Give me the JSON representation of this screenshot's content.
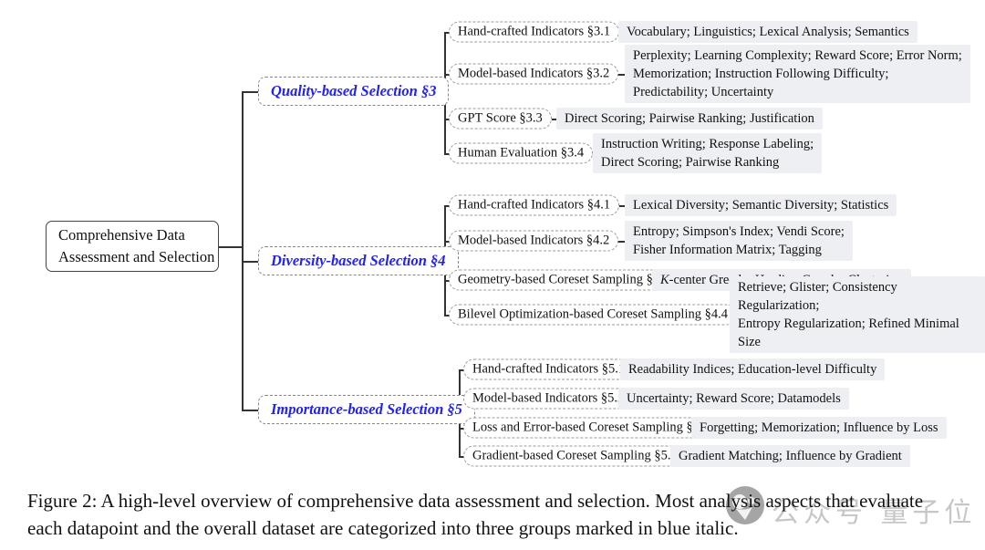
{
  "figure": {
    "root": {
      "label": "Comprehensive Data\nAssessment and Selection"
    },
    "branches": [
      {
        "label": "Quality-based Selection §3",
        "children": [
          {
            "label": "Hand-crafted Indicators §3.1",
            "leaf": "Vocabulary; Linguistics; Lexical Analysis; Semantics"
          },
          {
            "label": "Model-based Indicators §3.2",
            "leaf": "Perplexity; Learning Complexity; Reward Score; Error Norm;\nMemorization; Instruction Following Difficulty;\nPredictability; Uncertainty"
          },
          {
            "label": "GPT Score §3.3",
            "leaf": "Direct Scoring; Pairwise Ranking; Justification"
          },
          {
            "label": "Human Evaluation §3.4",
            "leaf": "Instruction Writing; Response Labeling;\nDirect Scoring; Pairwise Ranking"
          }
        ]
      },
      {
        "label": "Diversity-based Selection §4",
        "children": [
          {
            "label": "Hand-crafted Indicators §4.1",
            "leaf": "Lexical Diversity; Semantic Diversity; Statistics"
          },
          {
            "label": "Model-based Indicators §4.2",
            "leaf": "Entropy; Simpson's Index; Vendi Score;\nFisher Information Matrix; Tagging"
          },
          {
            "label": "Geometry-based Coreset Sampling §4.3",
            "leaf": "K-center Greedy; Herding Greedy; Clustering"
          },
          {
            "label": "Bilevel Optimization-based Coreset Sampling §4.4",
            "leaf": "Retrieve; Glister; Consistency Regularization;\nEntropy Regularization; Refined Minimal Size"
          }
        ]
      },
      {
        "label": "Importance-based Selection §5",
        "children": [
          {
            "label": "Hand-crafted Indicators §5.1",
            "leaf": "Readability Indices; Education-level Difficulty"
          },
          {
            "label": "Model-based Indicators §5.2",
            "leaf": "Uncertainty; Reward Score; Datamodels"
          },
          {
            "label": "Loss and Error-based Coreset Sampling §5.3",
            "leaf": "Forgetting; Memorization; Influence by Loss"
          },
          {
            "label": "Gradient-based Coreset Sampling §5.4",
            "leaf": "Gradient Matching; Influence by Gradient"
          }
        ]
      }
    ]
  },
  "caption": {
    "text": "Figure 2: A high-level overview of comprehensive data assessment and selection. Most analysis aspects that evaluate\neach datapoint and the overall dataset are categorized into three groups marked in blue italic."
  },
  "watermark": {
    "text": "公众号 量子位"
  },
  "colors": {
    "branch_accent": "#2222ee",
    "leaf_background": "#edeff3",
    "line": "#333333",
    "dashed_border": "#888888"
  }
}
